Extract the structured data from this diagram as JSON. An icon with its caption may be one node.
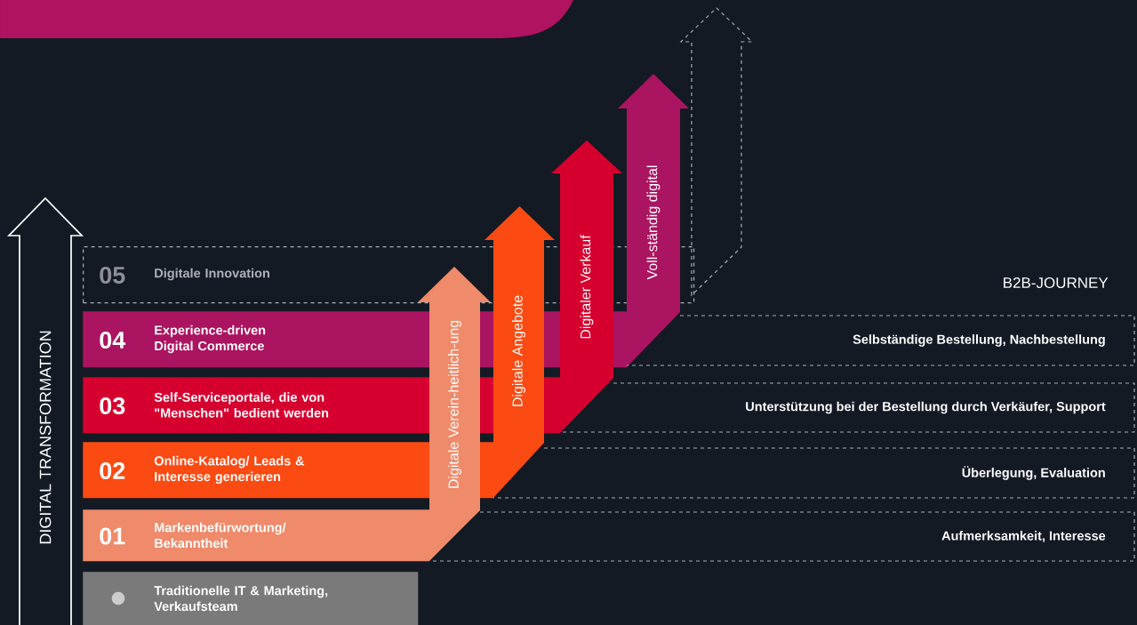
{
  "diagram": {
    "nodes": [
      {
        "text": [
          "DIGITAL TRANSFORMATION"
        ]
      },
      {
        "text": [
          "05",
          "Digitale Innovation"
        ]
      },
      {
        "text": [
          "04",
          "Experience-driven Digital Commerce"
        ]
      },
      {
        "text": [
          "03",
          "Self-Serviceportale, die von \"Menschen\" bedient werden"
        ]
      },
      {
        "text": [
          "02",
          "Online-Katalog/ Leads & Interesse generieren"
        ]
      },
      {
        "text": [
          "01",
          "Markenbefürwortung/ Bekanntheit"
        ]
      },
      {
        "text": [
          "Traditionelle IT & Marketing, Verkaufsteam"
        ]
      },
      {
        "text": [
          "Digitale Verein-heitlich-ung"
        ]
      },
      {
        "text": [
          "Digitale Angebote"
        ]
      },
      {
        "text": [
          "Digitaler Verkauf"
        ]
      },
      {
        "text": [
          "Voll-ständig digital"
        ]
      },
      {
        "text": [],
        "shape": "arrow"
      },
      {
        "text": [
          "Selbständige Bestellung, Nachbestellung"
        ]
      },
      {
        "text": [
          "Unterstützung bei der Bestellung durch Verkäufer, Support"
        ]
      },
      {
        "text": [
          "Überlegung, Evaluation"
        ]
      },
      {
        "text": [
          "Aufmerksamkeit, Interesse"
        ]
      }
    ],
    "labels": [
      "B2B-JOURNEY"
    ]
  }
}
